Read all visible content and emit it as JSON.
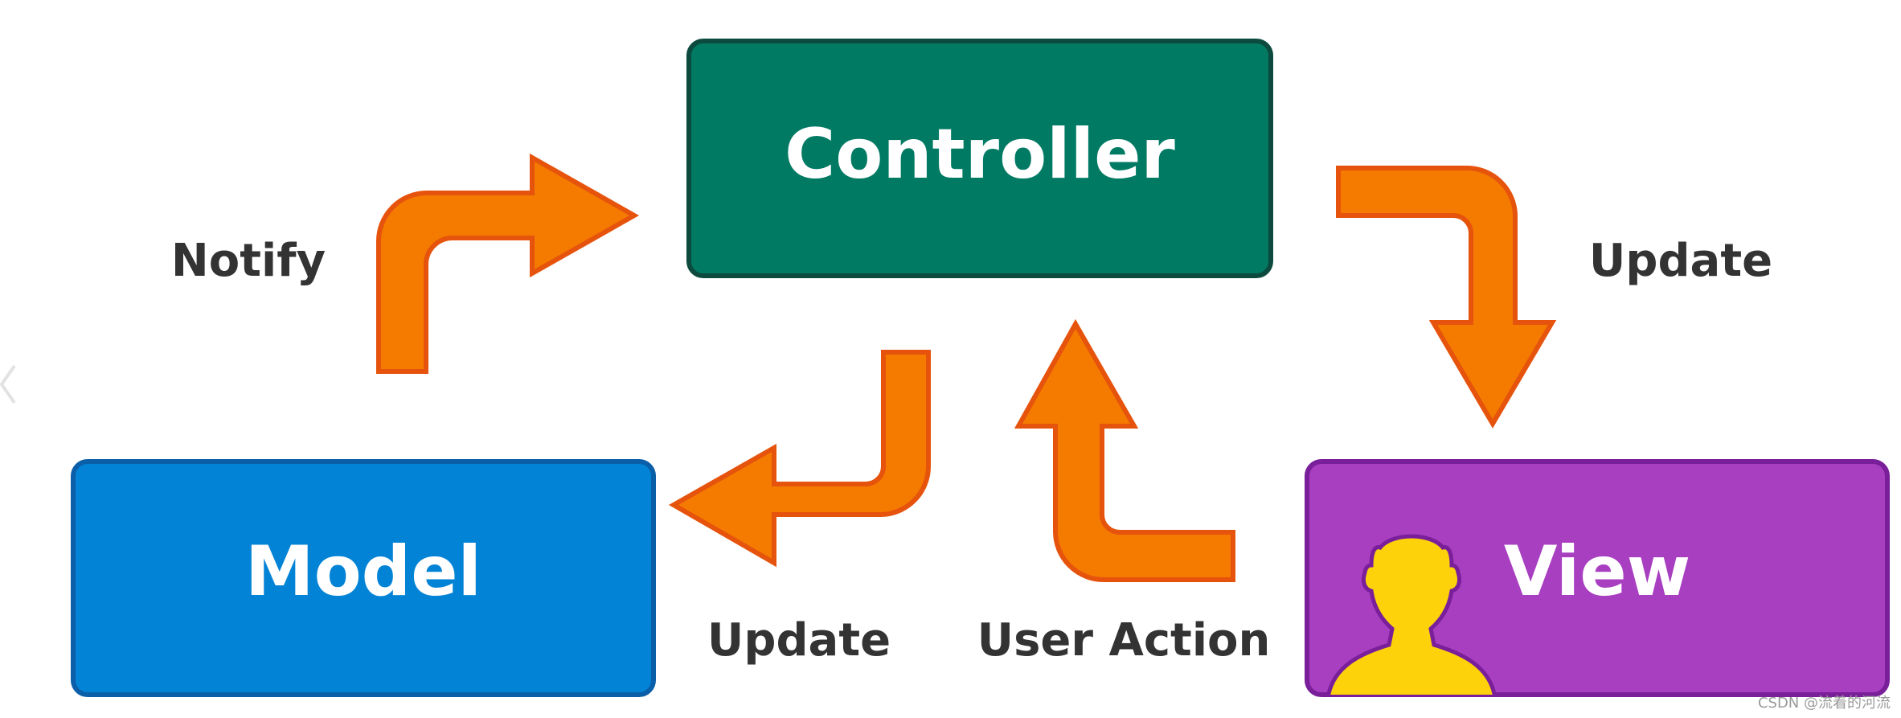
{
  "nodes": {
    "controller": {
      "label": "Controller",
      "fill": "#017a64",
      "stroke": "#0d4a3e"
    },
    "model": {
      "label": "Model",
      "fill": "#0383d6",
      "stroke": "#0b5fa8"
    },
    "view": {
      "label": "View",
      "fill": "#a83ec0",
      "stroke": "#7a1f9a"
    }
  },
  "edges": {
    "notify": {
      "label": "Notify"
    },
    "update_view": {
      "label": "Update"
    },
    "update_model": {
      "label": "Update"
    },
    "user_action": {
      "label": "User Action"
    }
  },
  "colors": {
    "arrow_fill": "#f47b00",
    "arrow_stroke": "#e6530c",
    "user_icon_fill": "#fdd20a",
    "user_icon_stroke": "#7a1f9a"
  },
  "icons": {
    "user": "user-silhouette-icon",
    "side_nav": "chevron-left-icon"
  },
  "watermark": "CSDN @流着的河流"
}
